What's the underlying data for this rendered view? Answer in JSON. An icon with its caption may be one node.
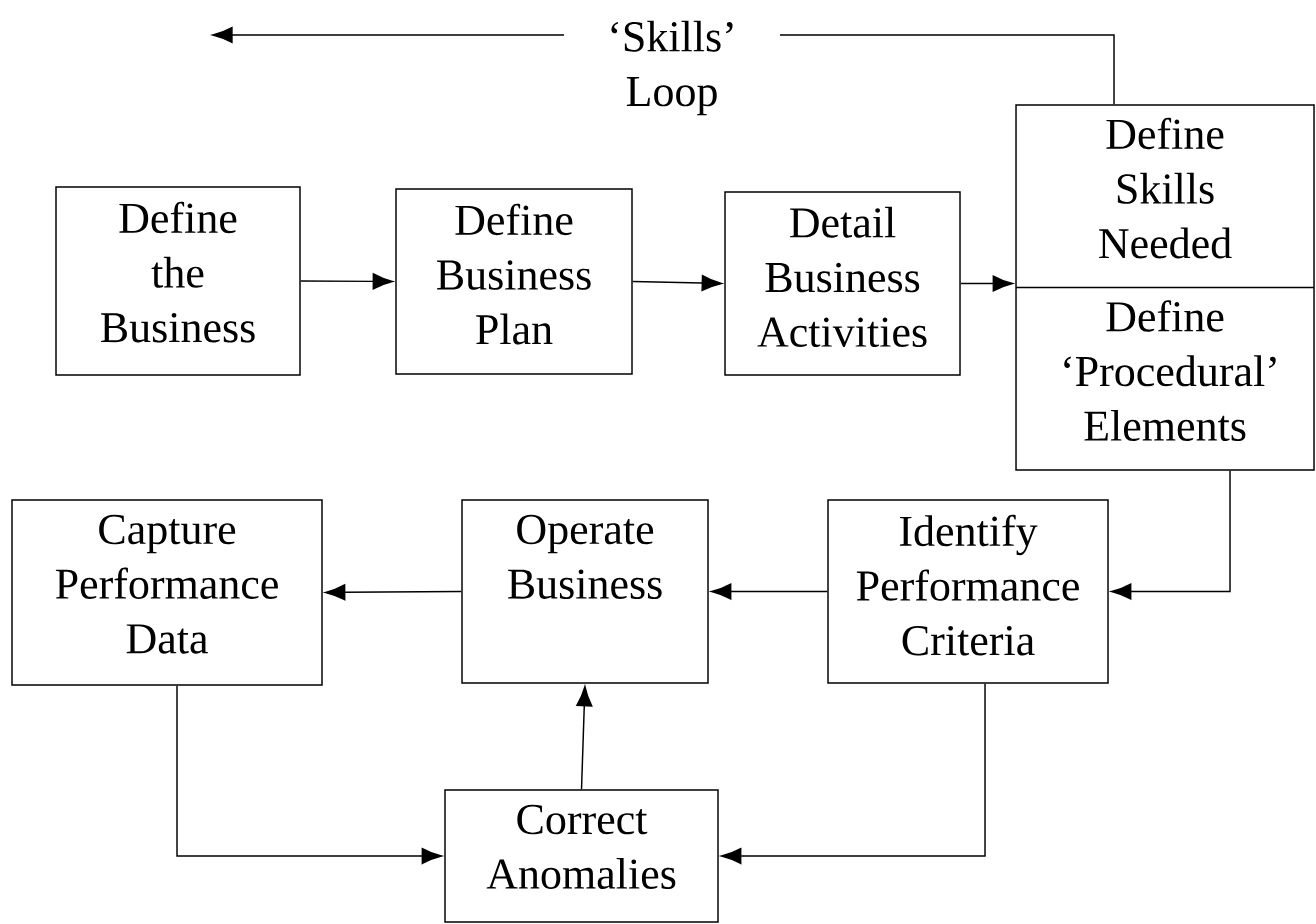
{
  "diagram": {
    "nodes": [
      {
        "text": [
          "Define the Business"
        ]
      },
      {
        "text": [
          "Define Business Plan"
        ]
      },
      {
        "text": [
          "Detail Business Activities"
        ]
      },
      {
        "text": [
          "Define Skills Needed",
          "Define ‘Procedural’ Elements"
        ]
      },
      {
        "text": [
          "Capture Performance Data"
        ]
      },
      {
        "text": [
          "Operate Business"
        ]
      },
      {
        "text": [
          "Identify Performance Criteria"
        ]
      },
      {
        "text": [
          "Correct Anomalies"
        ]
      }
    ],
    "edges": [
      {
        "from": 0,
        "to": 1,
        "arrow": "to"
      },
      {
        "from": 1,
        "to": 2,
        "arrow": "to"
      },
      {
        "from": 2,
        "to": 3,
        "arrow": "to"
      },
      {
        "from": 3,
        "to": null,
        "arrow": "to",
        "label": "‘Skills’ Loop"
      },
      {
        "from": 3,
        "to": 6,
        "arrow": "to"
      },
      {
        "from": 6,
        "to": 5,
        "arrow": "to"
      },
      {
        "from": 5,
        "to": 4,
        "arrow": "to"
      },
      {
        "from": 4,
        "to": 7,
        "arrow": "to"
      },
      {
        "from": 6,
        "to": 7,
        "arrow": "to"
      },
      {
        "from": 7,
        "to": 5,
        "arrow": "to"
      }
    ]
  }
}
